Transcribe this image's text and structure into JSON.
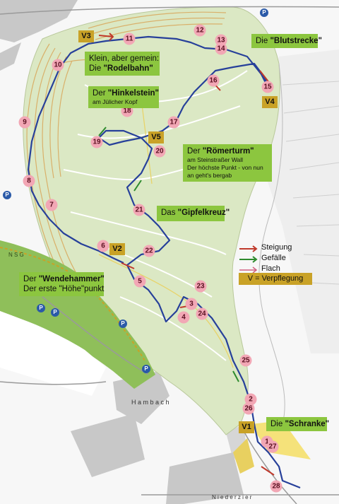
{
  "colors": {
    "forest": "#dbe8c4",
    "reserve": "#8fbf5a",
    "route": "#27409a",
    "callout": "#8cc63f",
    "supply": "#c9a227",
    "marker": "#f2a7b5",
    "uphill": "#c0392b",
    "downhill": "#2e8b2e",
    "flat": "#d06080"
  },
  "callouts": {
    "rodelbahn": {
      "line1": "Klein, aber gemein:",
      "line2_pre": "Die ",
      "line2_bold": "\"Rodelbahn\""
    },
    "hinkelstein": {
      "pre": "Der ",
      "bold": "\"Hinkelstein\"",
      "sub": "am Jülicher Kopf"
    },
    "blutstrecke": {
      "pre": "Die ",
      "bold": "\"Blutstrecke\""
    },
    "roemerturm": {
      "pre": "Der ",
      "bold": "\"Römerturm\"",
      "sub1": "am Steinstraßer Wall",
      "sub2": "Der höchste Punkt - von nun",
      "sub3": "an geht's bergab"
    },
    "gipfelkreuz": {
      "pre": "Das ",
      "bold": "\"Gipfelkreuz\""
    },
    "wendehammer": {
      "line1_pre": "Der ",
      "line1_bold": "\"Wendehammer\"",
      "line2": "Der erste \"Höhe\"punkt"
    },
    "schranke": {
      "pre": "Die ",
      "bold": "\"Schranke\""
    }
  },
  "supply_points": [
    "V1",
    "V2",
    "V3",
    "V4",
    "V5"
  ],
  "markers": [
    "1",
    "2",
    "3",
    "4",
    "5",
    "6",
    "7",
    "8",
    "9",
    "10",
    "11",
    "12",
    "13",
    "14",
    "15",
    "16",
    "17",
    "18",
    "19",
    "20",
    "21",
    "22",
    "23",
    "24",
    "25",
    "26",
    "27",
    "28"
  ],
  "legend": {
    "uphill": "Steigung",
    "downhill": "Gefälle",
    "flat": "Flach",
    "supply": "V = Verpflegung"
  },
  "places": {
    "nsg": "N S G",
    "hambach": "H a m b a c h",
    "niederzier": "N i e d e r z i e r",
    "parking": "P"
  }
}
